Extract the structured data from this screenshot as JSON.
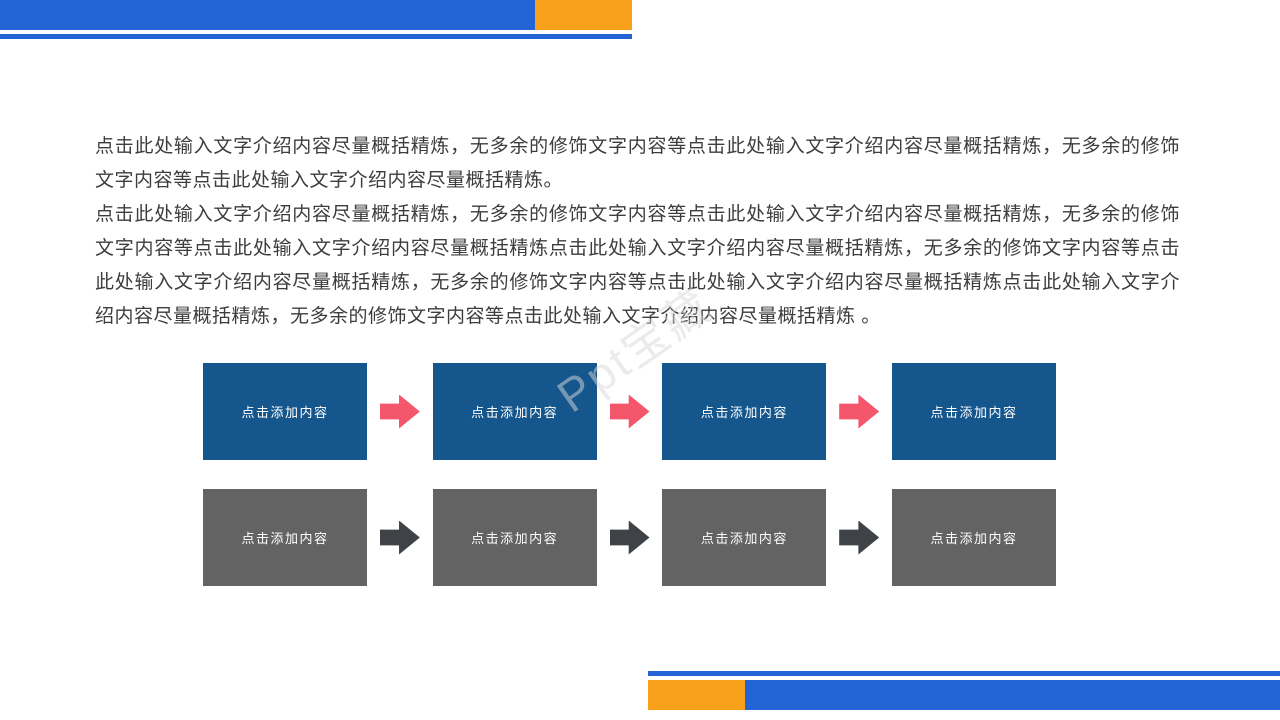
{
  "colors": {
    "bar_blue": "#2263D6",
    "accent_orange": "#F9A01B",
    "box_blue": "#15568C",
    "box_gray": "#636363",
    "arrow_red": "#F4566B",
    "arrow_dark": "#3F4347",
    "body_text": "#3D3D3D",
    "box_text": "#FFFFFF",
    "watermark": "#D9D9D9"
  },
  "paragraphs": {
    "p1": "点击此处输入文字介绍内容尽量概括精炼，无多余的修饰文字内容等点击此处输入文字介绍内容尽量概括精炼，无多余的修饰文字内容等点击此处输入文字介绍内容尽量概括精炼。",
    "p2": "点击此处输入文字介绍内容尽量概括精炼，无多余的修饰文字内容等点击此处输入文字介绍内容尽量概括精炼，无多余的修饰文字内容等点击此处输入文字介绍内容尽量概括精炼点击此处输入文字介绍内容尽量概括精炼，无多余的修饰文字内容等点击此处输入文字介绍内容尽量概括精炼，无多余的修饰文字内容等点击此处输入文字介绍内容尽量概括精炼点击此处输入文字介绍内容尽量概括精炼，无多余的修饰文字内容等点击此处输入文字介绍内容尽量概括精炼 。"
  },
  "watermark": {
    "text": "Ppt宝藏"
  },
  "flow": {
    "rows": [
      {
        "name": "blue-row",
        "boxes": [
          "点击添加内容",
          "点击添加内容",
          "点击添加内容",
          "点击添加内容"
        ]
      },
      {
        "name": "gray-row",
        "boxes": [
          "点击添加内容",
          "点击添加内容",
          "点击添加内容",
          "点击添加内容"
        ]
      }
    ]
  }
}
